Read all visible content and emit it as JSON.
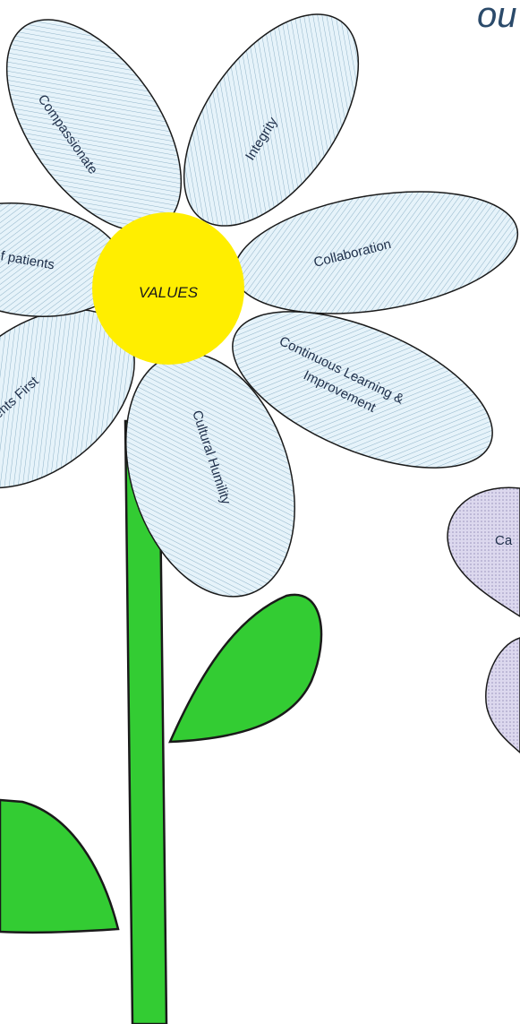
{
  "heading_fragment": "ou",
  "flower": {
    "center_label": "VALUES",
    "petals": [
      {
        "label": "Compassionate"
      },
      {
        "label": "Integrity"
      },
      {
        "label": "Collaboration"
      },
      {
        "label": "Continuous Learning &"
      },
      {
        "label": "Improvement"
      },
      {
        "label": "Cultural Humility"
      },
      {
        "label": "ents First"
      },
      {
        "label": "f patients"
      }
    ]
  },
  "second_flower": {
    "petal_label_fragment": "Ca"
  },
  "colors": {
    "petal_fill": "#e6f3fa",
    "petal_hatch": "#8fb3c8",
    "center_fill": "#ffee00",
    "stem": "#33cc33",
    "outline": "#1a1a1a",
    "second_petal_fill": "#dcd8ee",
    "heading": "#2b4a6a"
  }
}
